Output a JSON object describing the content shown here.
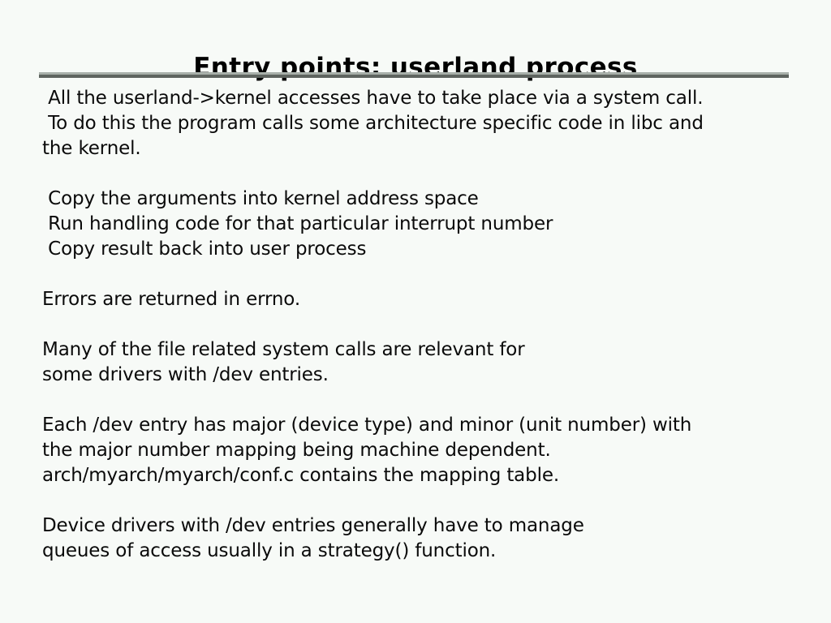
{
  "slide": {
    "title": "Entry points: userland process",
    "background_color": "#f7faf7",
    "text_color": "#0a0a0a",
    "rule": {
      "highlight_color": "#a8b0aa",
      "shadow_color": "#5e645f"
    },
    "paragraphs": [
      {
        "id": "syscall-intro",
        "lines": [
          " All the userland->kernel accesses have to take place via a system call.",
          " To do this the program calls some architecture specific code in libc and",
          "the kernel."
        ]
      },
      {
        "id": "syscall-steps",
        "lines": [
          " Copy the arguments into kernel address space",
          " Run handling code for that particular interrupt number",
          " Copy result back into user process"
        ]
      },
      {
        "id": "errors",
        "lines": [
          "Errors are returned in errno."
        ]
      },
      {
        "id": "file-syscalls",
        "lines": [
          "Many of the file related system calls are relevant for",
          "some drivers with /dev entries."
        ]
      },
      {
        "id": "dev-major-minor",
        "lines": [
          "Each /dev entry has major (device type) and minor (unit number) with",
          "the major number mapping being machine dependent.",
          "arch/myarch/myarch/conf.c contains the mapping table."
        ]
      },
      {
        "id": "device-driver-queues",
        "lines": [
          "Device drivers with /dev entries generally have to manage",
          "queues of access usually in a strategy() function."
        ]
      }
    ]
  }
}
